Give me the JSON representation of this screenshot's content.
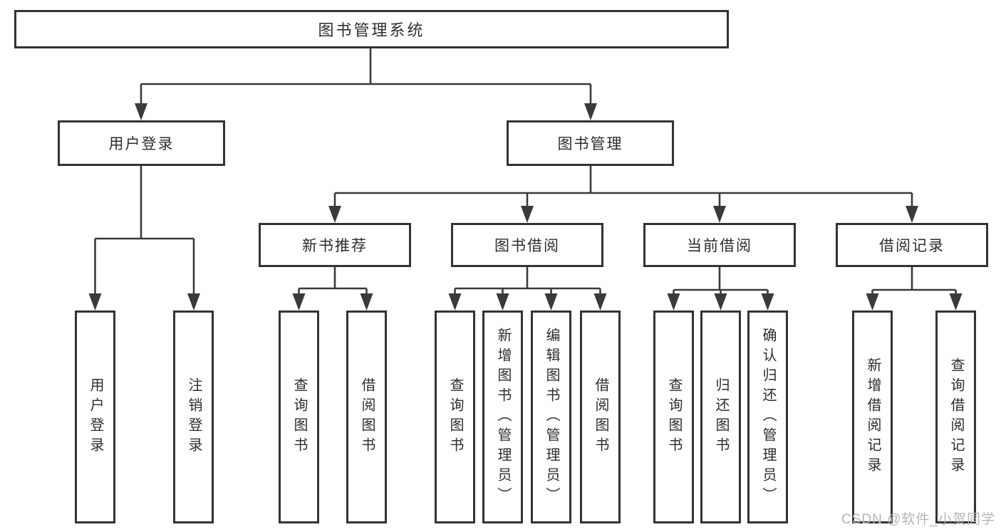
{
  "nodes": {
    "root": {
      "label": "图书管理系统"
    },
    "level2": [
      {
        "label": "用户登录"
      },
      {
        "label": "图书管理"
      }
    ],
    "level3": [
      {
        "label": "新书推荐"
      },
      {
        "label": "图书借阅"
      },
      {
        "label": "当前借阅"
      },
      {
        "label": "借阅记录"
      }
    ],
    "leaves": [
      {
        "label": "用户登录"
      },
      {
        "label": "注销登录"
      },
      {
        "label": "查询图书"
      },
      {
        "label": "借阅图书"
      },
      {
        "label": "查询图书"
      },
      {
        "label": "新增图书（管理员）"
      },
      {
        "label": "编辑图书（管理员）"
      },
      {
        "label": "借阅图书"
      },
      {
        "label": "查询图书"
      },
      {
        "label": "归还图书"
      },
      {
        "label": "确认归还（管理员）"
      },
      {
        "label": "新增借阅记录"
      },
      {
        "label": "查询借阅记录"
      }
    ]
  },
  "watermark": {
    "text": "CSDN @软件_小贺同学"
  },
  "colors": {
    "line": "#3a3a3a",
    "box_border": "#333333",
    "text": "#2d2d2d",
    "watermark": "#b4b4b4",
    "background": "#ffffff"
  }
}
